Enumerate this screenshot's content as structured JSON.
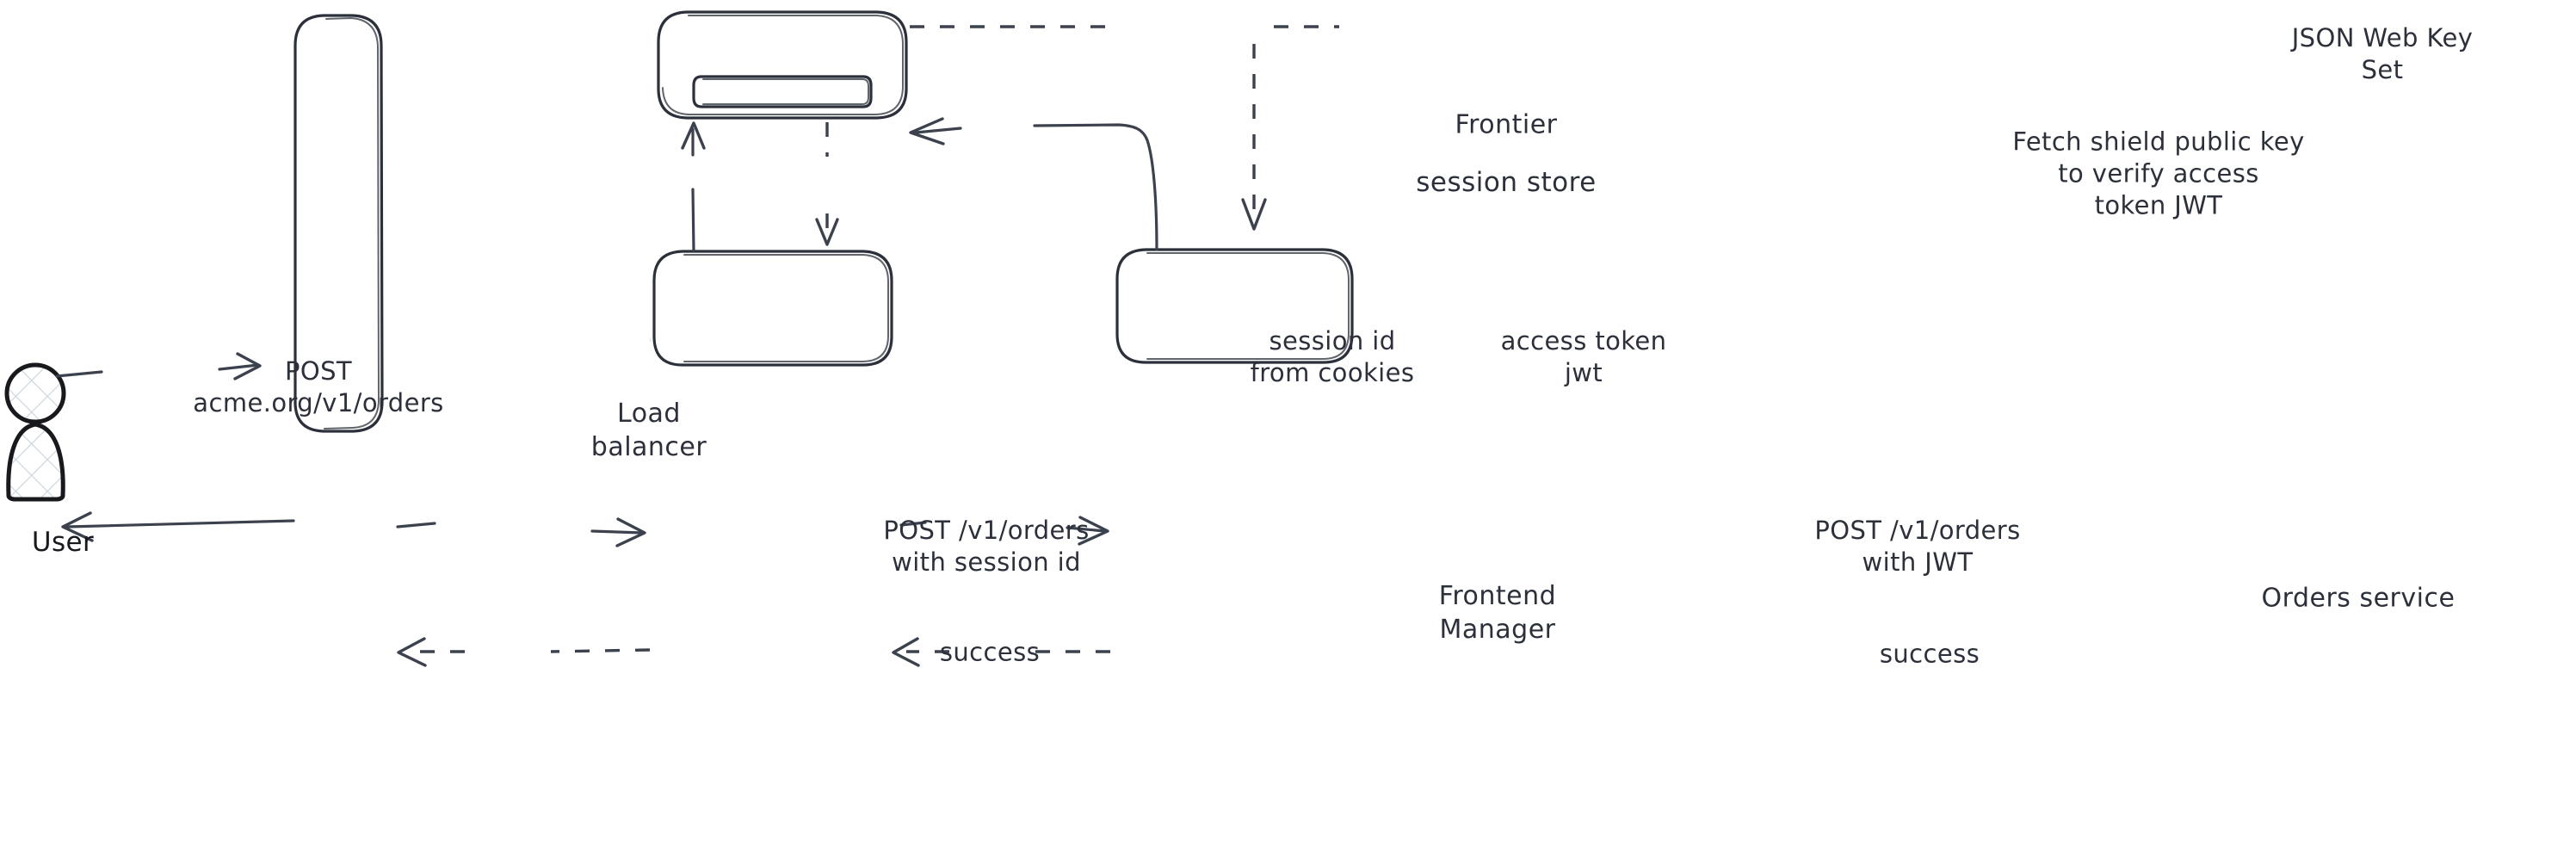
{
  "diagram": {
    "title": "Request flow with session id and access token JWT",
    "style": "hand-drawn",
    "background_color": "#ffffff",
    "stroke_color": "#2b303a",
    "edge_color": "#3b424d",
    "nodes": [
      {
        "id": "user",
        "label": "User",
        "shape": "actor",
        "fill": "hatched"
      },
      {
        "id": "load-balancer",
        "label": "Load\nbalancer",
        "shape": "rounded-rect"
      },
      {
        "id": "frontier",
        "label": "Frontier",
        "shape": "rounded-rect-container"
      },
      {
        "id": "session-store",
        "label": "session store",
        "shape": "rounded-rect",
        "parent": "frontier"
      },
      {
        "id": "frontend-manager",
        "label": "Frontend\nManager",
        "shape": "rounded-rect"
      },
      {
        "id": "orders-service",
        "label": "Orders service",
        "shape": "rounded-rect"
      }
    ],
    "edges": [
      {
        "id": "user-to-lb",
        "from": "user",
        "to": "load-balancer",
        "label": "POST\nacme.org/v1/orders",
        "style": "solid",
        "direction": "forward"
      },
      {
        "id": "lb-to-user",
        "from": "load-balancer",
        "to": "user",
        "label": "",
        "style": "solid",
        "direction": "forward"
      },
      {
        "id": "lb-to-fm",
        "from": "load-balancer",
        "to": "frontend-manager",
        "label": "POST /v1/orders\nwith session id",
        "style": "solid",
        "direction": "forward"
      },
      {
        "id": "fm-to-lb",
        "from": "frontend-manager",
        "to": "load-balancer",
        "label": "success",
        "style": "dashed",
        "direction": "forward"
      },
      {
        "id": "fm-to-frontier",
        "from": "frontend-manager",
        "to": "frontier",
        "label": "session id\nfrom cookies",
        "style": "solid",
        "direction": "forward"
      },
      {
        "id": "frontier-to-fm",
        "from": "frontier",
        "to": "frontend-manager",
        "label": "access token\njwt",
        "style": "dashed",
        "direction": "forward"
      },
      {
        "id": "fm-to-orders",
        "from": "frontend-manager",
        "to": "orders-service",
        "label": "POST /v1/orders\nwith JWT",
        "style": "solid",
        "direction": "forward"
      },
      {
        "id": "orders-to-fm",
        "from": "orders-service",
        "to": "frontend-manager",
        "label": "success",
        "style": "dashed",
        "direction": "forward"
      },
      {
        "id": "orders-to-frontier",
        "from": "orders-service",
        "to": "frontier",
        "label": "Fetch shield public key\nto verify access\ntoken JWT",
        "style": "solid",
        "direction": "forward"
      },
      {
        "id": "jwks-to-orders",
        "from": "frontier",
        "to": "orders-service",
        "label": "JSON Web Key Set",
        "style": "dashed",
        "direction": "forward"
      }
    ]
  },
  "labels": {
    "user": "User",
    "load_balancer": "Load\nbalancer",
    "frontier": "Frontier",
    "session_store": "session store",
    "frontend_manager": "Frontend\nManager",
    "orders_service": "Orders service",
    "post_acme_orders": "POST\nacme.org/v1/orders",
    "post_v1_orders_session": "POST /v1/orders\nwith session id",
    "success_lb": "success",
    "session_id_from_cookies": "session id\nfrom cookies",
    "access_token_jwt": "access token\njwt",
    "post_v1_orders_jwt": "POST /v1/orders\nwith JWT",
    "success_orders": "success",
    "fetch_shield_public_key": "Fetch shield public key\nto verify access\ntoken JWT",
    "json_web_key_set": "JSON Web Key Set"
  }
}
